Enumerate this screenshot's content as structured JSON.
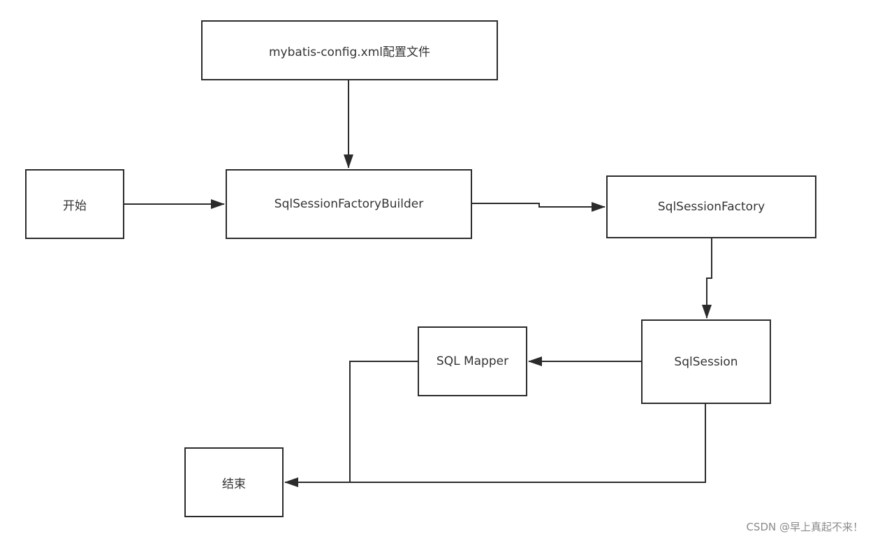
{
  "diagram": {
    "nodes": {
      "config": "mybatis-config.xml配置文件",
      "start": "开始",
      "builder": "SqlSessionFactoryBuilder",
      "factory": "SqlSessionFactory",
      "session": "SqlSession",
      "mapper": "SQL Mapper",
      "end": "结束"
    },
    "edges": [
      {
        "from": "config",
        "to": "builder"
      },
      {
        "from": "start",
        "to": "builder"
      },
      {
        "from": "builder",
        "to": "factory"
      },
      {
        "from": "factory",
        "to": "session"
      },
      {
        "from": "session",
        "to": "mapper"
      },
      {
        "from": "session",
        "to": "end"
      },
      {
        "from": "mapper",
        "to": "end"
      }
    ]
  },
  "watermark": "CSDN @早上真起不来！",
  "colors": {
    "stroke": "#2b2b2b",
    "text": "#333333",
    "watermark": "#8a8a8a"
  }
}
